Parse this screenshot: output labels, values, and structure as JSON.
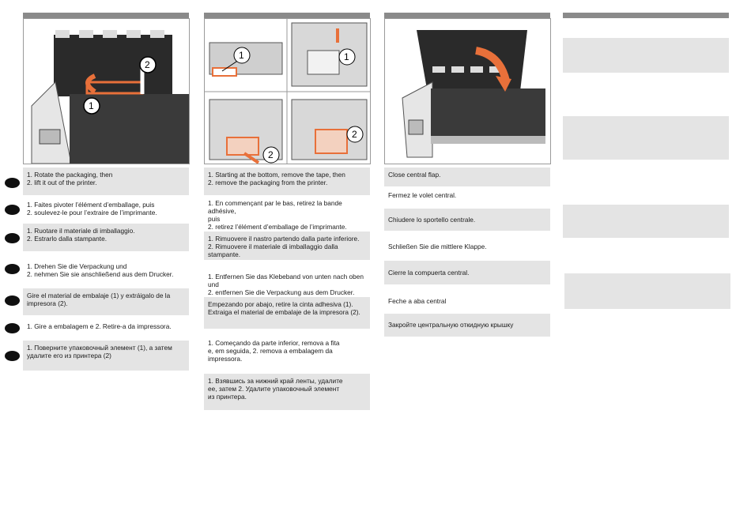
{
  "col1": {
    "steps": [
      "1. Rotate the packaging, then\n2. lift it out of the printer.",
      "1. Faites pivoter l’élément d’emballage, puis\n2. soulevez-le pour l’extraire de l’imprimante.",
      "1. Ruotare il materiale di imballaggio.\n2. Estrarlo dalla stampante.",
      "1. Drehen Sie die Verpackung und\n2. nehmen Sie sie anschließend aus dem Drucker.",
      "Gire el material de embalaje (1) y extráigalo de la\nimpresora (2).",
      "1. Gire a embalagem e 2. Retire-a da impressora.",
      "1. Поверните упаковочный элемент (1), а затем\nудалите его из принтера (2)"
    ]
  },
  "col2": {
    "steps": [
      "1. Starting at the bottom, remove the tape, then\n2. remove the packaging from the printer.",
      "1. En commençant par le bas, retirez la bande adhésive,\npuis\n2. retirez l’élément d’emballage de l’imprimante.",
      "1. Rimuovere il nastro partendo dalla parte inferiore.\n2. Rimuovere il materiale di imballaggio dalla stampante.",
      "1. Entfernen Sie das Klebeband von unten nach oben und\n2. entfernen Sie die Verpackung aus dem Drucker.",
      "Empezando por abajo, retire la cinta adhesiva (1).\nExtraiga el material de embalaje de la impresora (2).",
      "1. Começando da parte inferior, remova a fita\ne, em seguida, 2. remova a embalagem da\nimpressora.",
      "1. Взявшись за нижний край ленты, удалите\nее, затем 2. Удалите упаковочный элемент\nиз принтера."
    ]
  },
  "col3": {
    "steps": [
      "Close central flap.",
      "Fermez le volet central.",
      "Chiudere lo sportello centrale.",
      "Schließen Sie die mittlere Klappe.",
      "Cierre la compuerta central.",
      "Feche a aba central",
      "Закройте центральную откидную крышку"
    ]
  },
  "callouts": {
    "one": "1",
    "two": "2"
  },
  "colors": {
    "accent": "#e8703a",
    "bar": "#8a8a8a",
    "shade": "#e4e4e4"
  }
}
